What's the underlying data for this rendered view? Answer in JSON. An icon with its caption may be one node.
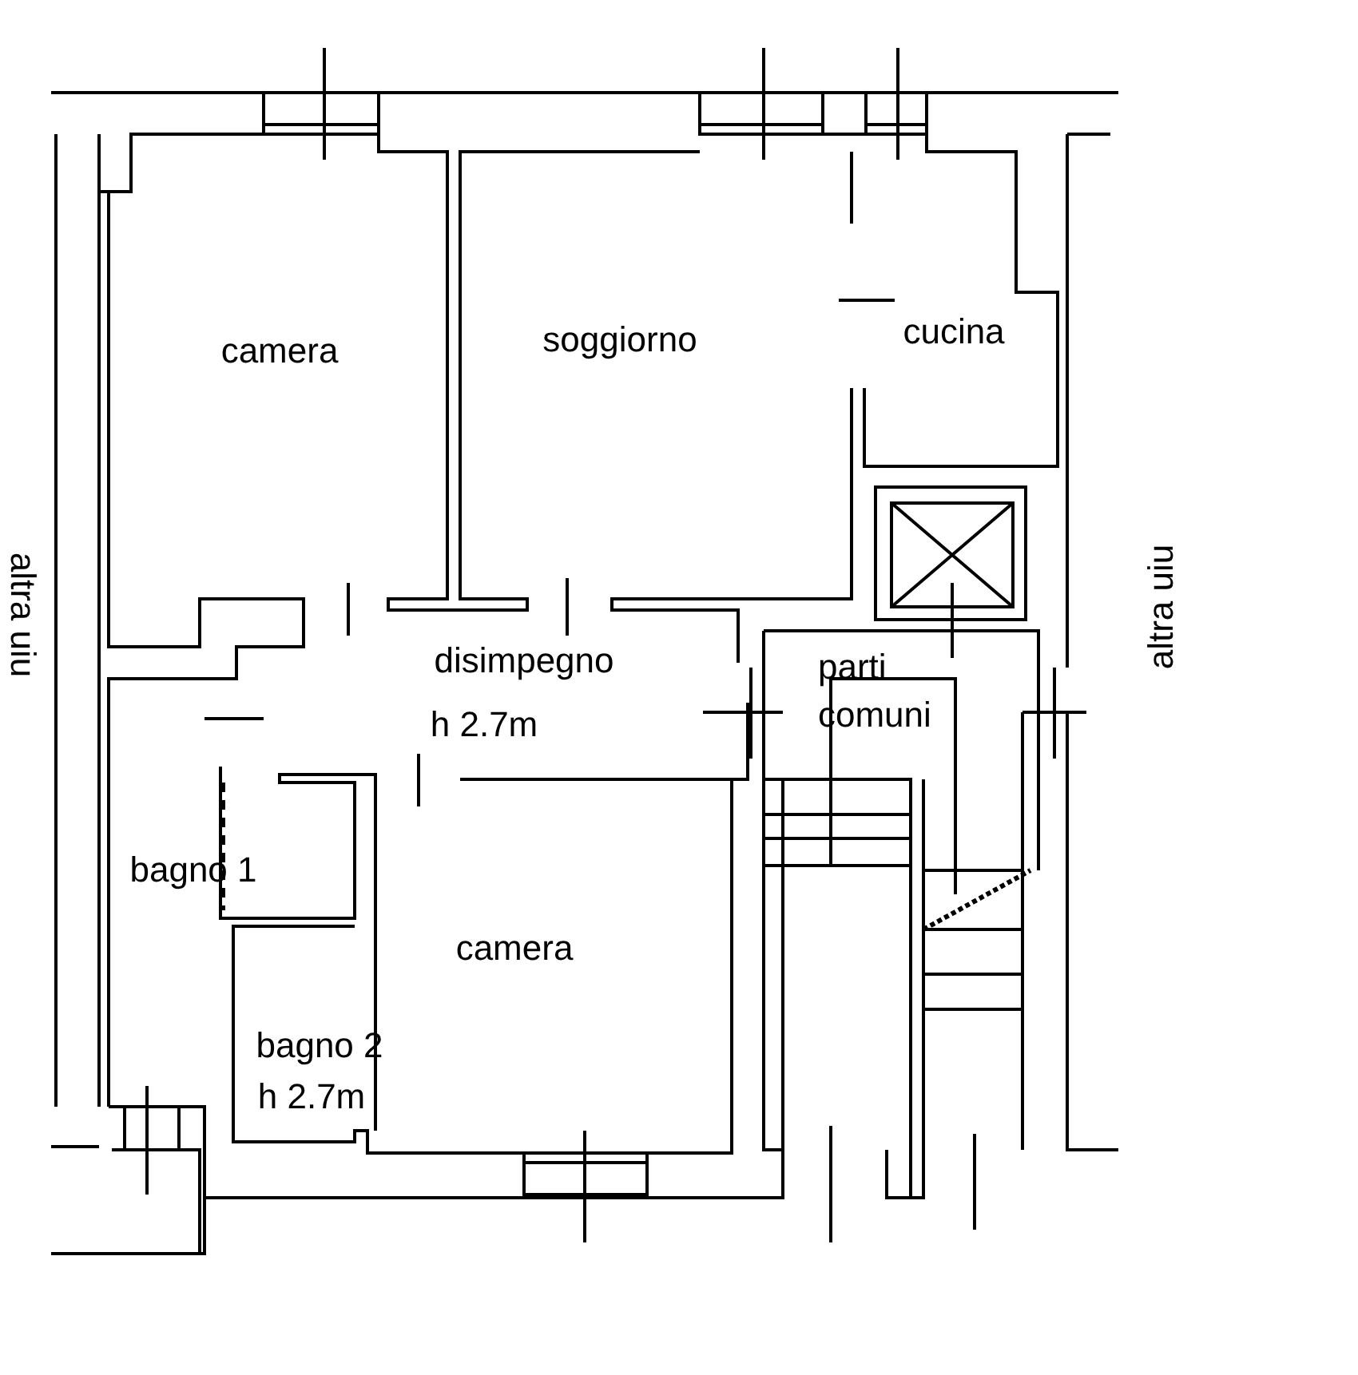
{
  "diagram": {
    "nodes": [
      {
        "text": [
          "camera"
        ]
      },
      {
        "text": [
          "soggiorno"
        ]
      },
      {
        "text": [
          "cucina"
        ]
      },
      {
        "text": [
          "disimpegno",
          "h 2.7m"
        ]
      },
      {
        "text": [
          "parti comuni"
        ]
      },
      {
        "text": [
          "bagno 1"
        ]
      },
      {
        "text": [
          "camera"
        ]
      },
      {
        "text": [
          "bagno 2",
          "h 2.7m"
        ]
      }
    ],
    "labels": [
      "altra uiu",
      "altra uiu"
    ]
  }
}
